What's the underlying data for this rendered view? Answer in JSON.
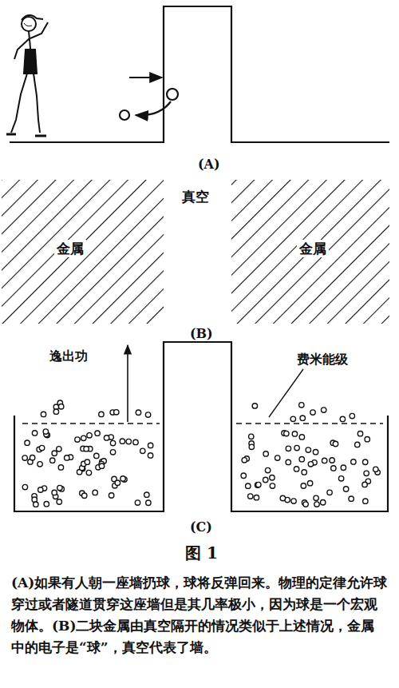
{
  "diagram": {
    "title": "图 1",
    "caption": "(A)如果有人朝一座墙扔球，球将反弹回来。物理的定律允许球穿过或者隧道贯穿这座墙但是其几率极小，因为球是一个宏观物体。(B)二块金属由真空隔开的情况类似于上述情况，金属中的电子是“球”，真空代表了墙。",
    "labels": [
      "(A)",
      "真空",
      "金属",
      "金属",
      "(B)",
      "逸出功",
      "费米能级",
      "(C)"
    ]
  }
}
